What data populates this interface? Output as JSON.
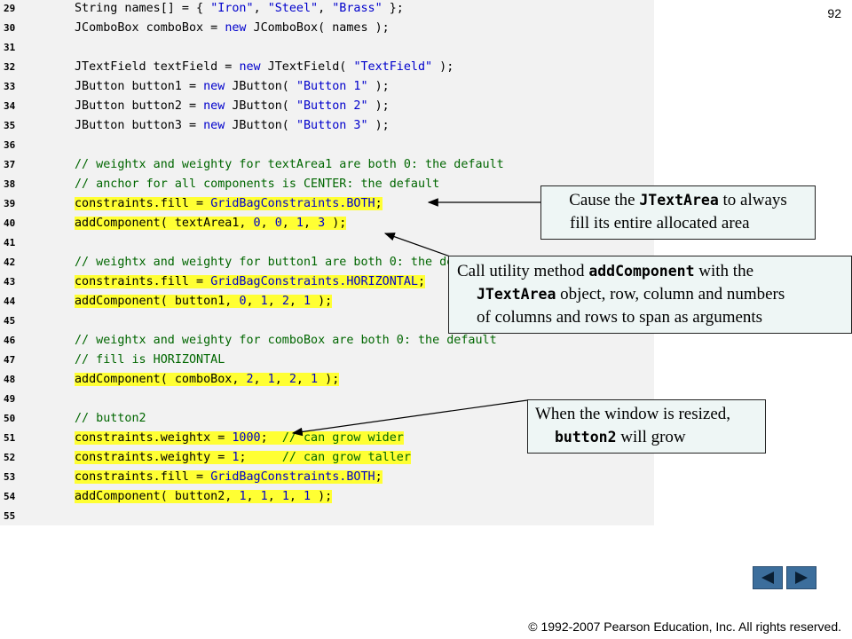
{
  "page_number": "92",
  "code_lines": [
    {
      "n": "29",
      "hl": false,
      "tokens": [
        [
          "id",
          "String names[] = { "
        ],
        [
          "str",
          "\"Iron\""
        ],
        [
          "id",
          ", "
        ],
        [
          "str",
          "\"Steel\""
        ],
        [
          "id",
          ", "
        ],
        [
          "str",
          "\"Brass\""
        ],
        [
          "id",
          " };"
        ]
      ]
    },
    {
      "n": "30",
      "hl": false,
      "tokens": [
        [
          "id",
          "JComboBox comboBox = "
        ],
        [
          "kw",
          "new"
        ],
        [
          "id",
          " JComboBox( names );"
        ]
      ]
    },
    {
      "n": "31",
      "hl": false,
      "tokens": []
    },
    {
      "n": "32",
      "hl": false,
      "tokens": [
        [
          "id",
          "JTextField textField = "
        ],
        [
          "kw",
          "new"
        ],
        [
          "id",
          " JTextField( "
        ],
        [
          "str",
          "\"TextField\""
        ],
        [
          "id",
          " );"
        ]
      ]
    },
    {
      "n": "33",
      "hl": false,
      "tokens": [
        [
          "id",
          "JButton button1 = "
        ],
        [
          "kw",
          "new"
        ],
        [
          "id",
          " JButton( "
        ],
        [
          "str",
          "\"Button 1\""
        ],
        [
          "id",
          " );"
        ]
      ]
    },
    {
      "n": "34",
      "hl": false,
      "tokens": [
        [
          "id",
          "JButton button2 = "
        ],
        [
          "kw",
          "new"
        ],
        [
          "id",
          " JButton( "
        ],
        [
          "str",
          "\"Button 2\""
        ],
        [
          "id",
          " );"
        ]
      ]
    },
    {
      "n": "35",
      "hl": false,
      "tokens": [
        [
          "id",
          "JButton button3 = "
        ],
        [
          "kw",
          "new"
        ],
        [
          "id",
          " JButton( "
        ],
        [
          "str",
          "\"Button 3\""
        ],
        [
          "id",
          " );"
        ]
      ]
    },
    {
      "n": "36",
      "hl": false,
      "tokens": []
    },
    {
      "n": "37",
      "hl": false,
      "tokens": [
        [
          "cmt",
          "// weightx and weighty for textArea1 are both 0: the default"
        ]
      ]
    },
    {
      "n": "38",
      "hl": false,
      "tokens": [
        [
          "cmt",
          "// anchor for all components is CENTER: the default"
        ]
      ]
    },
    {
      "n": "39",
      "hl": true,
      "tokens": [
        [
          "id",
          "constraints.fill = "
        ],
        [
          "const",
          "GridBagConstraints.BOTH"
        ],
        [
          "id",
          ";"
        ]
      ]
    },
    {
      "n": "40",
      "hl": true,
      "tokens": [
        [
          "id",
          "addComponent( textArea1, "
        ],
        [
          "num",
          "0"
        ],
        [
          "id",
          ", "
        ],
        [
          "num",
          "0"
        ],
        [
          "id",
          ", "
        ],
        [
          "num",
          "1"
        ],
        [
          "id",
          ", "
        ],
        [
          "num",
          "3"
        ],
        [
          "id",
          " );"
        ]
      ]
    },
    {
      "n": "41",
      "hl": false,
      "tokens": []
    },
    {
      "n": "42",
      "hl": false,
      "tokens": [
        [
          "cmt",
          "// weightx and weighty for button1 are both 0: the default"
        ]
      ]
    },
    {
      "n": "43",
      "hl": true,
      "tokens": [
        [
          "id",
          "constraints.fill = "
        ],
        [
          "const",
          "GridBagConstraints.HORIZONTAL"
        ],
        [
          "id",
          ";"
        ]
      ]
    },
    {
      "n": "44",
      "hl": true,
      "tokens": [
        [
          "id",
          "addComponent( button1, "
        ],
        [
          "num",
          "0"
        ],
        [
          "id",
          ", "
        ],
        [
          "num",
          "1"
        ],
        [
          "id",
          ", "
        ],
        [
          "num",
          "2"
        ],
        [
          "id",
          ", "
        ],
        [
          "num",
          "1"
        ],
        [
          "id",
          " );"
        ]
      ]
    },
    {
      "n": "45",
      "hl": false,
      "tokens": []
    },
    {
      "n": "46",
      "hl": false,
      "tokens": [
        [
          "cmt",
          "// weightx and weighty for comboBox are both 0: the default"
        ]
      ]
    },
    {
      "n": "47",
      "hl": false,
      "tokens": [
        [
          "cmt",
          "// fill is HORIZONTAL"
        ]
      ]
    },
    {
      "n": "48",
      "hl": true,
      "tokens": [
        [
          "id",
          "addComponent( comboBox, "
        ],
        [
          "num",
          "2"
        ],
        [
          "id",
          ", "
        ],
        [
          "num",
          "1"
        ],
        [
          "id",
          ", "
        ],
        [
          "num",
          "2"
        ],
        [
          "id",
          ", "
        ],
        [
          "num",
          "1"
        ],
        [
          "id",
          " );"
        ]
      ]
    },
    {
      "n": "49",
      "hl": false,
      "tokens": []
    },
    {
      "n": "50",
      "hl": false,
      "tokens": [
        [
          "cmt",
          "// button2"
        ]
      ]
    },
    {
      "n": "51",
      "hl": true,
      "tokens": [
        [
          "id",
          "constraints.weightx = "
        ],
        [
          "num",
          "1000"
        ],
        [
          "id",
          ";  "
        ],
        [
          "cmt",
          "// can grow wider"
        ]
      ]
    },
    {
      "n": "52",
      "hl": true,
      "tokens": [
        [
          "id",
          "constraints.weighty = "
        ],
        [
          "num",
          "1"
        ],
        [
          "id",
          ";     "
        ],
        [
          "cmt",
          "// can grow taller"
        ]
      ]
    },
    {
      "n": "53",
      "hl": true,
      "tokens": [
        [
          "id",
          "constraints.fill = "
        ],
        [
          "const",
          "GridBagConstraints.BOTH"
        ],
        [
          "id",
          ";"
        ]
      ]
    },
    {
      "n": "54",
      "hl": true,
      "tokens": [
        [
          "id",
          "addComponent( button2, "
        ],
        [
          "num",
          "1"
        ],
        [
          "id",
          ", "
        ],
        [
          "num",
          "1"
        ],
        [
          "id",
          ", "
        ],
        [
          "num",
          "1"
        ],
        [
          "id",
          ", "
        ],
        [
          "num",
          "1"
        ],
        [
          "id",
          " );"
        ]
      ]
    },
    {
      "n": "55",
      "hl": false,
      "tokens": []
    }
  ],
  "callouts": {
    "fill_area": {
      "line1_pre": "Cause the ",
      "line1_code": "JTextArea",
      "line1_post": " to always",
      "line2": "fill its entire allocated area"
    },
    "add_component": {
      "line1_pre": "Call utility method ",
      "line1_code": "addComponent",
      "line1_post": " with the",
      "line2_code": "JTextArea",
      "line2_post": " object, row, column and numbers",
      "line3": "of columns and rows to span as arguments"
    },
    "resize": {
      "line1": "When the window is resized,",
      "line2_code": "button2",
      "line2_post": " will grow"
    }
  },
  "nav": {
    "prev_label": "",
    "next_label": ""
  },
  "copyright": "© 1992-2007 Pearson Education, Inc.  All rights reserved."
}
